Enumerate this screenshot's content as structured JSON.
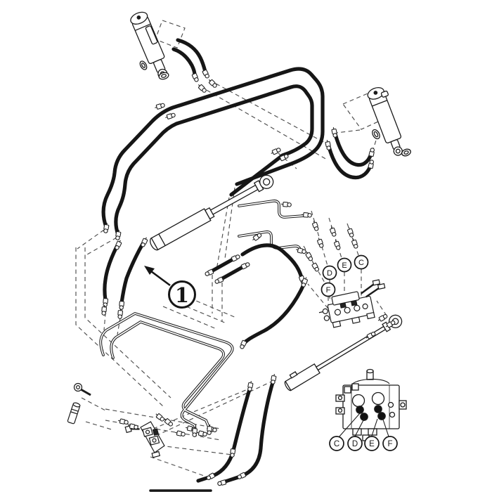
{
  "diagram": {
    "colors": {
      "background": "#ffffff",
      "line": "#1b1b1b",
      "dashed": "#4d4d4d"
    },
    "callout_item": {
      "label": "1"
    },
    "upper_valve_callouts": [
      {
        "label": "D"
      },
      {
        "label": "E"
      },
      {
        "label": "C"
      },
      {
        "label": "F"
      }
    ],
    "lower_valve_callouts": [
      {
        "label": "C"
      },
      {
        "label": "D"
      },
      {
        "label": "E"
      },
      {
        "label": "F"
      }
    ]
  }
}
